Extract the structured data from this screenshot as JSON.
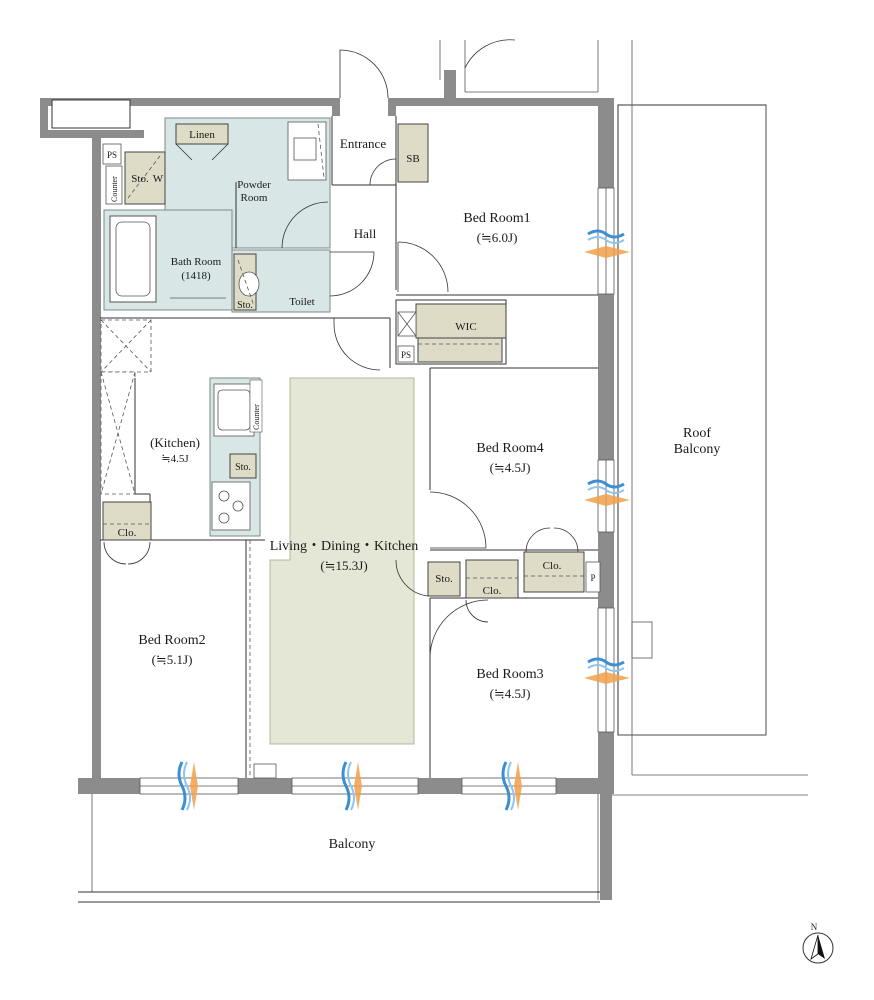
{
  "floorplan": {
    "rooms": {
      "entrance": "Entrance",
      "sb": "SB",
      "hall": "Hall",
      "linen": "Linen",
      "powder_room_line1": "Powder",
      "powder_room_line2": "Room",
      "ps_top": "PS",
      "counter_top": "Counter",
      "sto_w": "Sto.",
      "w": "W",
      "bath_room": "Bath Room",
      "bath_size": "(1418)",
      "sto_toilet": "Sto.",
      "toilet": "Toilet",
      "bed1": "Bed Room1",
      "bed1_size": "(≒6.0J)",
      "wic": "WIC",
      "ps_wic": "PS",
      "kitchen": "(Kitchen)",
      "kitchen_size": "≒4.5J",
      "counter_kitchen": "Counter",
      "sto_kitchen": "Sto.",
      "clo_bed2": "Clo.",
      "bed2": "Bed Room2",
      "bed2_size": "(≒5.1J)",
      "ldk": "Living・Dining・Kitchen",
      "ldk_size": "(≒15.3J)",
      "bed4": "Bed Room4",
      "bed4_size": "(≒4.5J)",
      "sto_ldk": "Sto.",
      "clo_bed3": "Clo.",
      "clo_bed4": "Clo.",
      "p": "P",
      "bed3": "Bed Room3",
      "bed3_size": "(≒4.5J)",
      "roof_balcony_line1": "Roof",
      "roof_balcony_line2": "Balcony",
      "balcony": "Balcony"
    },
    "compass": "N",
    "colors": {
      "wall": "#8c8c8c",
      "wet_area": "#d9e6e6",
      "storage": "#dedbc6",
      "rug": "#e4e7d5",
      "airflow_blue": "#3a8fd6",
      "airflow_orange": "#f0a04a"
    }
  }
}
